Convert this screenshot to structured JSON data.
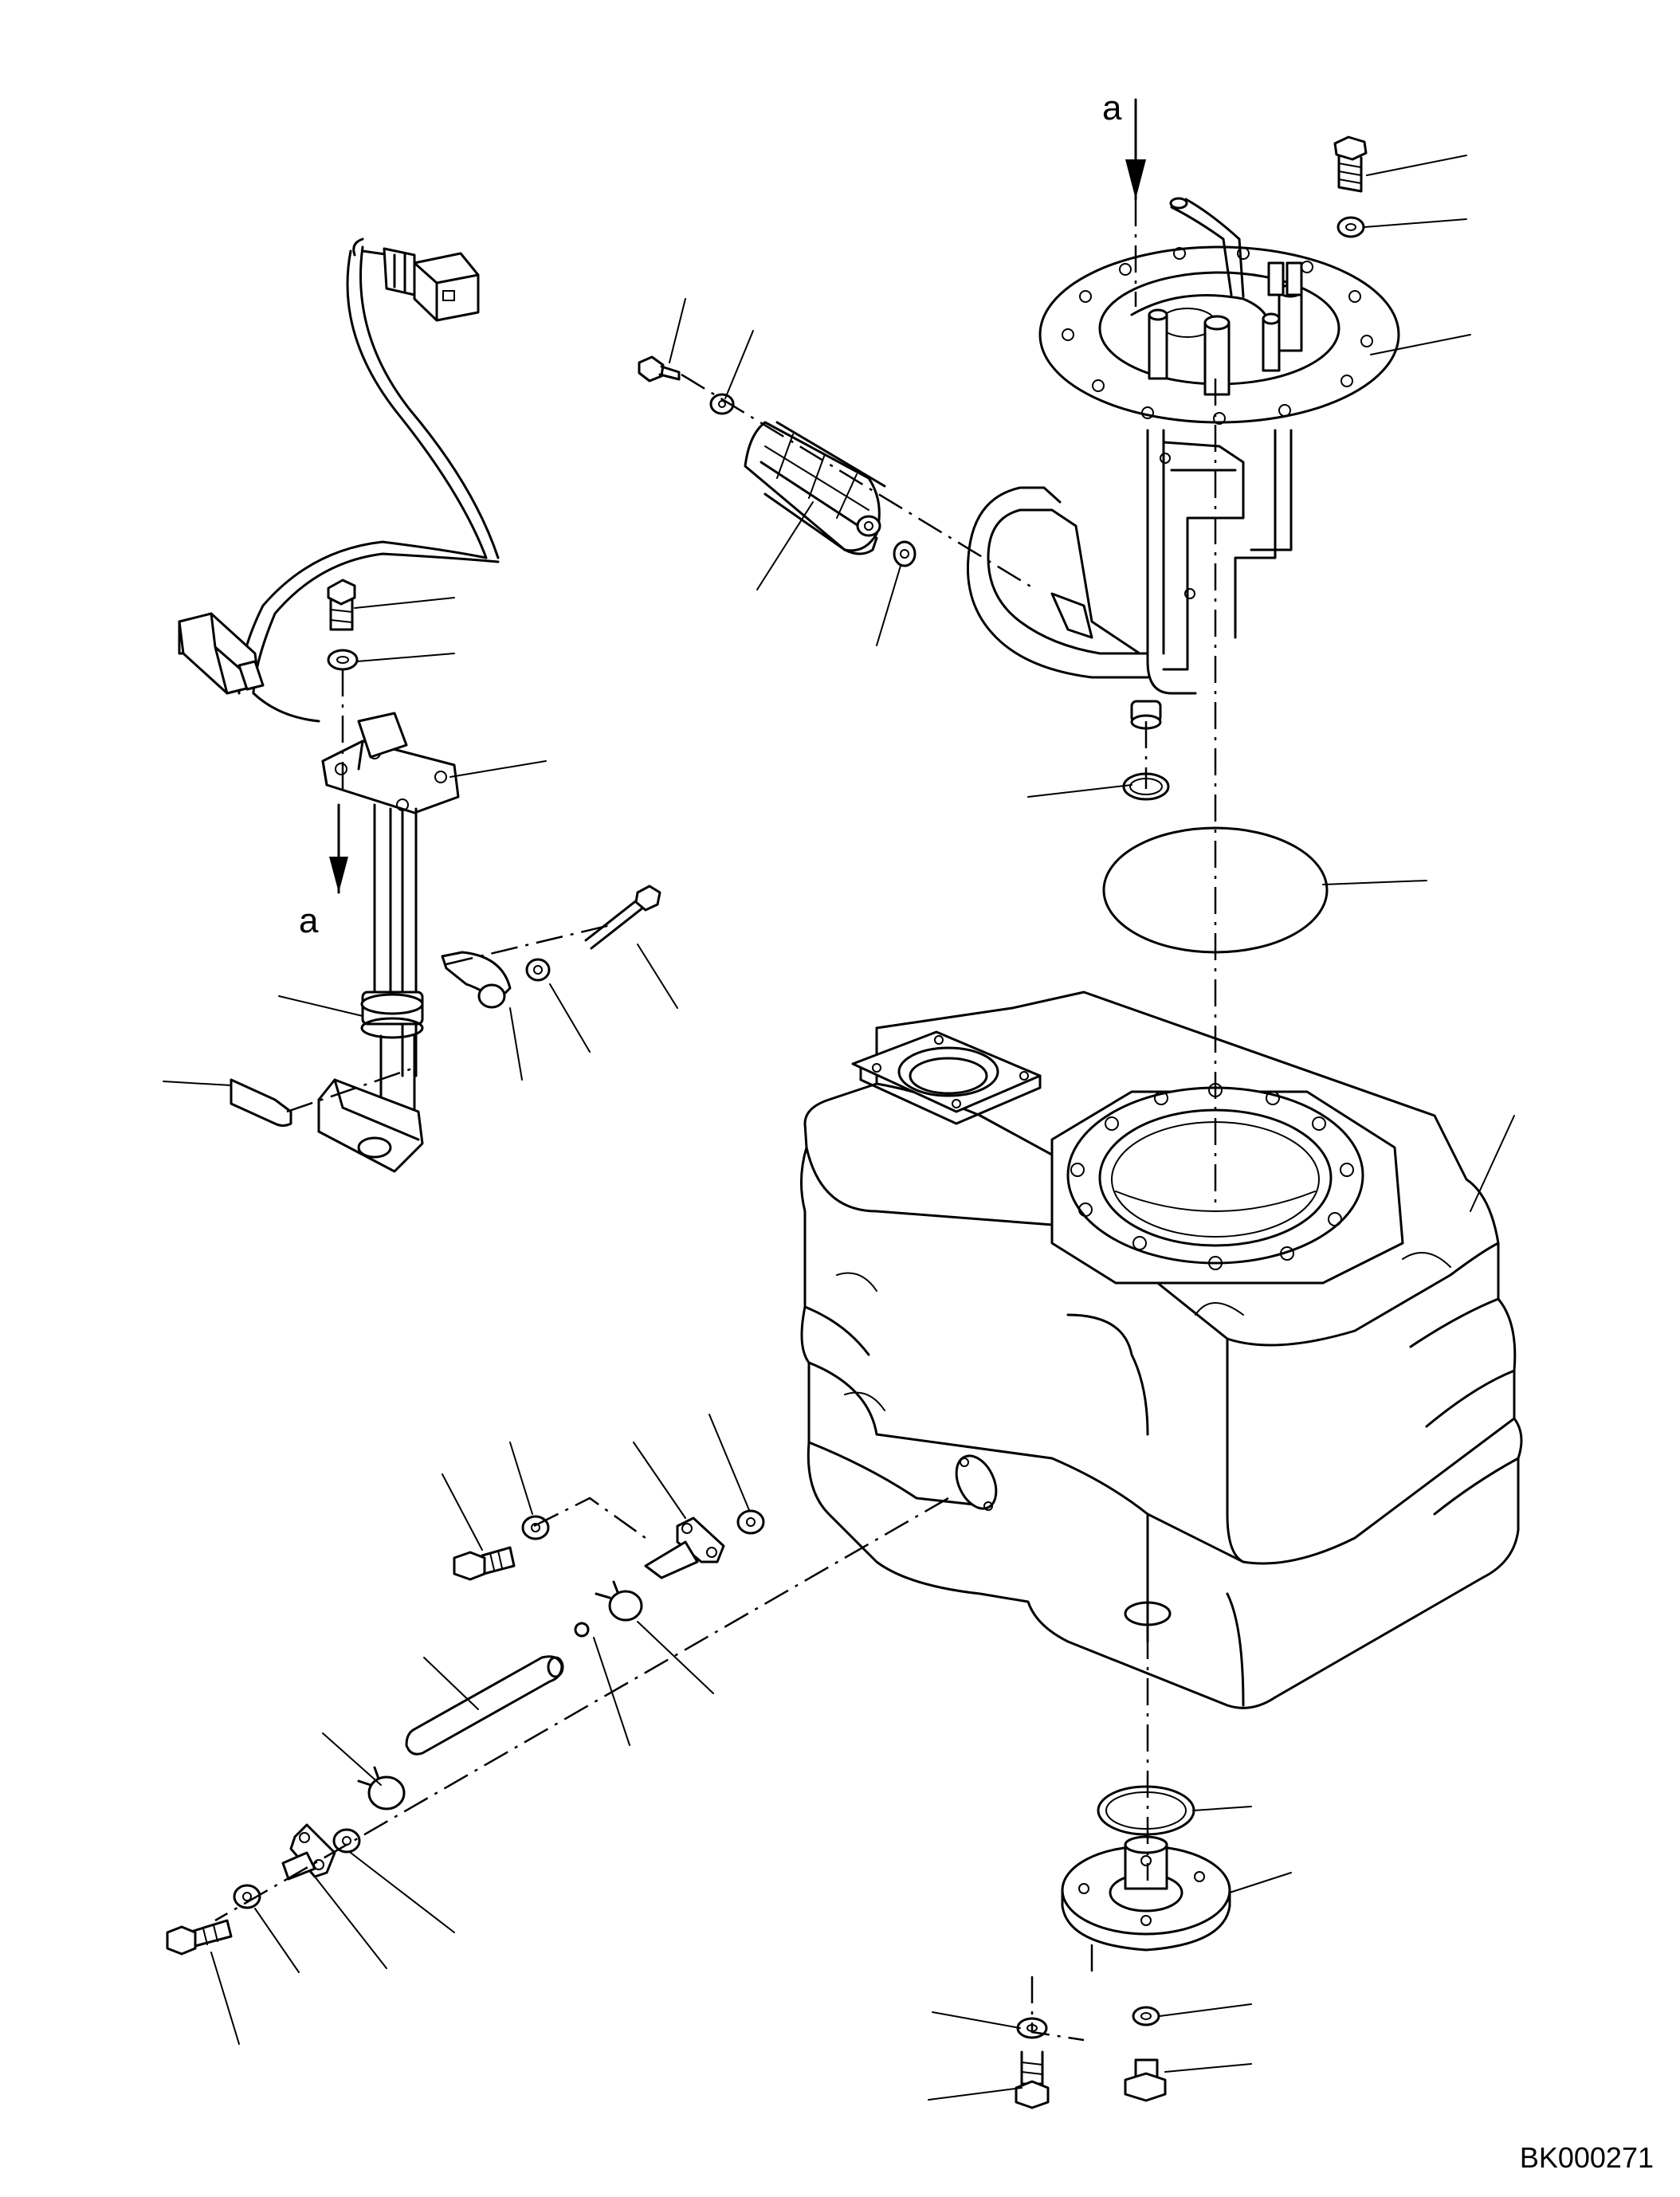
{
  "view_label_top": "a",
  "view_label_left": "a",
  "drawing_code": "BK000271"
}
